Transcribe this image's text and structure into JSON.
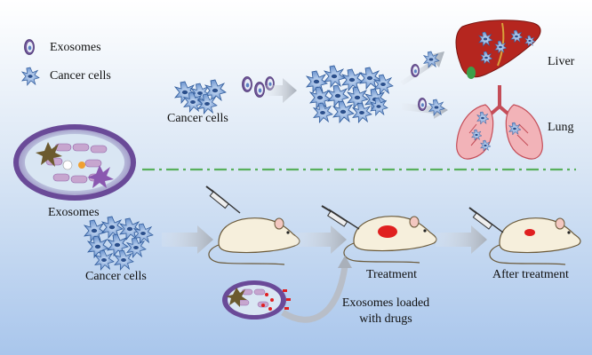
{
  "legend": {
    "exosomes": "Exosomes",
    "cancer_cells": "Cancer cells"
  },
  "top": {
    "cancer_cells": "Cancer cells",
    "liver": "Liver",
    "lung": "Lung"
  },
  "bottom": {
    "exosomes": "Exosomes",
    "cancer_cells": "Cancer cells",
    "treatment": "Treatment",
    "after_treatment": "After treatment",
    "loaded_line1": "Exosomes loaded",
    "loaded_line2": "with drugs"
  },
  "colors": {
    "bg_top": "#ffffff",
    "bg_bottom": "#a9c6ec",
    "cell_blue": "#6f95cf",
    "dash_green": "#58b05c",
    "exosome_purple": "#8b6ab0",
    "tumor_red": "#e02020",
    "arrow_gray": "#b8bec8"
  }
}
